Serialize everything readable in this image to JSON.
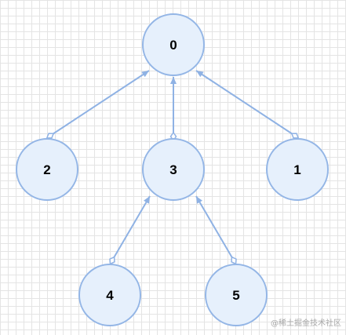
{
  "diagram": {
    "nodes": [
      {
        "id": "0",
        "label": "0"
      },
      {
        "id": "2",
        "label": "2"
      },
      {
        "id": "3",
        "label": "3"
      },
      {
        "id": "1",
        "label": "1"
      },
      {
        "id": "4",
        "label": "4"
      },
      {
        "id": "5",
        "label": "5"
      }
    ],
    "edges": [
      {
        "from": "2",
        "to": "0"
      },
      {
        "from": "3",
        "to": "0"
      },
      {
        "from": "1",
        "to": "0"
      },
      {
        "from": "4",
        "to": "3"
      },
      {
        "from": "5",
        "to": "3"
      }
    ],
    "colors": {
      "node_fill": "#e6f0fc",
      "node_stroke": "#94b6e6",
      "edge": "#8fb2e4",
      "grid": "#e4e4e4",
      "label": "#000000"
    }
  },
  "watermark": "@稀土掘金技术社区"
}
